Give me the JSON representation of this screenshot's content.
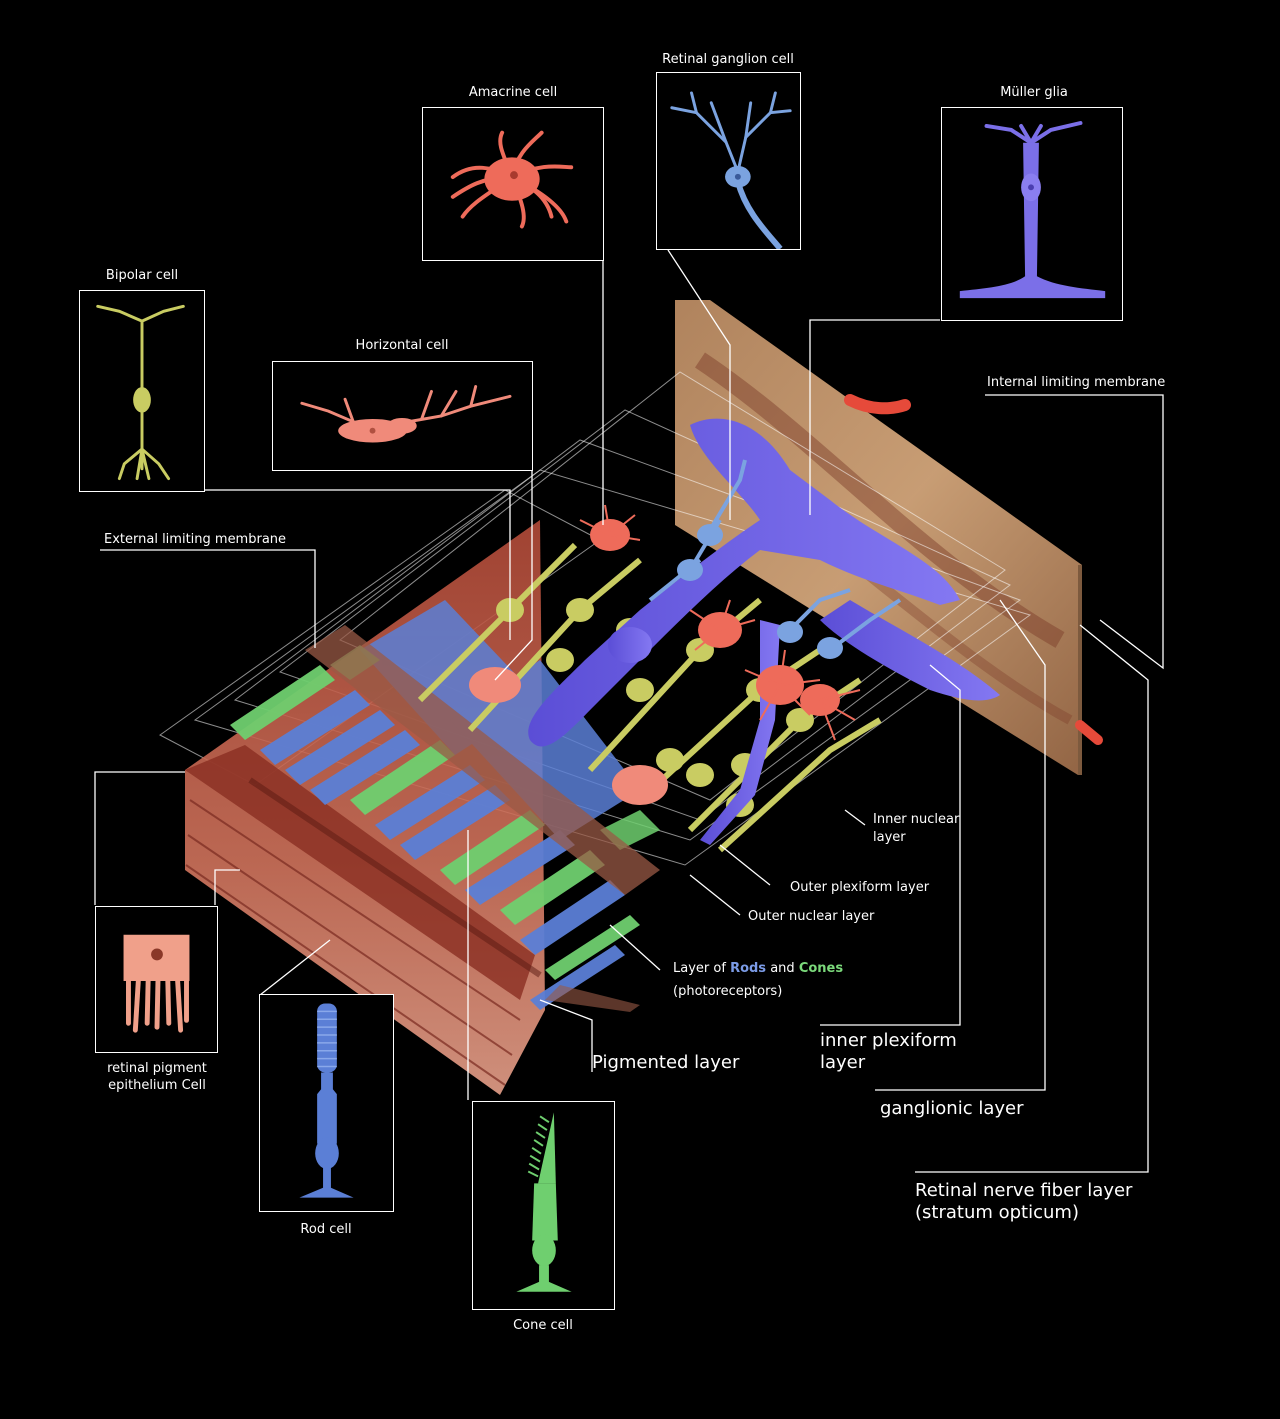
{
  "colors": {
    "background": "#000000",
    "rod": "#5b7fd6",
    "cone": "#6fcf6f",
    "bipolar": "#c9cc62",
    "amacrine": "#ee6b5a",
    "horizontal": "#f08a7a",
    "ganglion": "#7ba3e0",
    "muller": "#7b6fe8",
    "rpe": "#c5624e",
    "ilm": "#c99a6e"
  },
  "labels": {
    "amacrine": "Amacrine cell",
    "ganglion": "Retinal ganglion cell",
    "muller": "Müller glia",
    "bipolar": "Bipolar cell",
    "horizontal": "Horizontal cell",
    "ilm": "Internal limiting membrane",
    "elm": "External limiting membrane",
    "inl_1": "Inner nuclear",
    "inl_2": "layer",
    "opl": "Outer plexiform layer",
    "onl": "Outer nuclear layer",
    "photo_prefix": "Layer of",
    "photo_rods": "Rods",
    "photo_and": "and",
    "photo_cones": "Cones",
    "photo_sub": "(photoreceptors)",
    "pigmented": "Pigmented layer",
    "ipl_1": "inner plexiform",
    "ipl_2": "layer",
    "ganglionic": "ganglionic layer",
    "rnfl_1": "Retinal nerve fiber layer",
    "rnfl_2": "(stratum opticum)",
    "rpe_1": "retinal pigment",
    "rpe_2": "epithelium Cell",
    "rod": "Rod cell",
    "cone": "Cone cell"
  }
}
